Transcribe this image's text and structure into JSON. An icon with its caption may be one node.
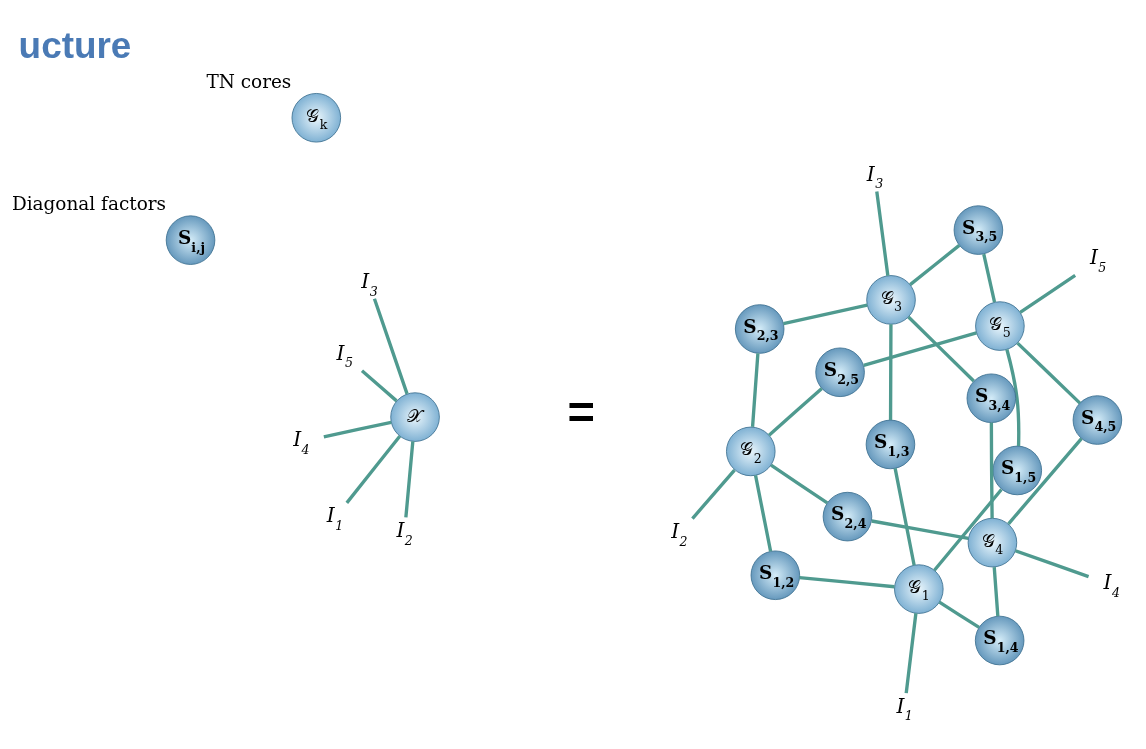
{
  "diagram": {
    "title": "ucture",
    "nodes": [
      {
        "text": [
          "I$_{1}$"
        ]
      },
      {
        "text": [
          "I$_{2}$"
        ]
      },
      {
        "text": [
          "𝒳"
        ]
      },
      {
        "text": [
          "I$_{5}$"
        ]
      },
      {
        "text": [
          "I$_{3}$"
        ]
      },
      {
        "text": [
          "I$_{4}$"
        ]
      },
      {
        "text": [
          "I$_{1}$"
        ]
      },
      {
        "text": [
          "𝒢$_{1}$"
        ]
      },
      {
        "text": [
          "S$_{1,2}$"
        ]
      },
      {
        "text": [
          "S$_{1,5}$"
        ]
      },
      {
        "text": [
          "I$_{2}$"
        ]
      },
      {
        "text": [
          "𝒢$_{2}$"
        ]
      },
      {
        "text": [
          "S$_{2,5}$"
        ]
      },
      {
        "text": [
          "𝒢$_{5}$"
        ]
      },
      {
        "text": [
          "I$_{5}$"
        ]
      },
      {
        "text": [
          "S$_{1,3}$"
        ]
      },
      {
        "text": [
          "S$_{1,4}$"
        ]
      },
      {
        "text": [
          "S$_{2,3}$"
        ]
      },
      {
        "text": [
          "S$_{2,4}$"
        ]
      },
      {
        "text": [
          "S$_{3,5}$"
        ]
      },
      {
        "text": [
          "S$_{4,5}$"
        ]
      },
      {
        "text": [
          "𝒢$_{3}$"
        ]
      },
      {
        "text": [
          "S$_{3,4}$"
        ]
      },
      {
        "text": [
          "𝒢$_{4}$"
        ]
      },
      {
        "text": [
          "I$_{3}$"
        ]
      },
      {
        "text": [
          "I$_{4}$"
        ]
      },
      {
        "text": [
          "𝒢$_{k}$"
        ],
        "beside": [
          "TN cores"
        ]
      },
      {
        "text": [
          "S$_{i,j}$"
        ],
        "beside": [
          "Diagonal factors"
        ]
      }
    ],
    "edges": [
      {
        "from": 2,
        "to": 0,
        "arrow": "none"
      },
      {
        "from": 2,
        "to": 1,
        "arrow": "none"
      },
      {
        "from": 2,
        "to": 3,
        "arrow": "none"
      },
      {
        "from": 2,
        "to": 4,
        "arrow": "none"
      },
      {
        "from": 2,
        "to": 5,
        "arrow": "none"
      },
      {
        "from": 7,
        "to": 6,
        "arrow": "none"
      },
      {
        "from": 7,
        "to": 8,
        "arrow": "none"
      },
      {
        "from": 8,
        "to": 11,
        "arrow": "none"
      },
      {
        "from": 7,
        "to": 9,
        "arrow": "none"
      },
      {
        "from": 9,
        "to": 13,
        "arrow": "none"
      },
      {
        "from": 11,
        "to": 10,
        "arrow": "none"
      },
      {
        "from": 11,
        "to": 12,
        "arrow": "none"
      },
      {
        "from": 12,
        "to": 13,
        "arrow": "none"
      },
      {
        "from": 13,
        "to": 14,
        "arrow": "none"
      },
      {
        "from": 7,
        "to": 15,
        "arrow": "none"
      },
      {
        "from": 15,
        "to": 21,
        "arrow": "none"
      },
      {
        "from": 7,
        "to": 16,
        "arrow": "none"
      },
      {
        "from": 16,
        "to": 23,
        "arrow": "none"
      },
      {
        "from": 11,
        "to": 17,
        "arrow": "none"
      },
      {
        "from": 17,
        "to": 21,
        "arrow": "none"
      },
      {
        "from": 11,
        "to": 18,
        "arrow": "none"
      },
      {
        "from": 18,
        "to": 23,
        "arrow": "none"
      },
      {
        "from": 21,
        "to": 19,
        "arrow": "none"
      },
      {
        "from": 19,
        "to": 13,
        "arrow": "none"
      },
      {
        "from": 13,
        "to": 20,
        "arrow": "none"
      },
      {
        "from": 20,
        "to": 23,
        "arrow": "none"
      },
      {
        "from": 21,
        "to": 22,
        "arrow": "none"
      },
      {
        "from": 22,
        "to": 23,
        "arrow": "none"
      },
      {
        "from": 21,
        "to": 24,
        "arrow": "none"
      },
      {
        "from": 23,
        "to": 25,
        "arrow": "none"
      }
    ],
    "labels": [
      "="
    ]
  }
}
